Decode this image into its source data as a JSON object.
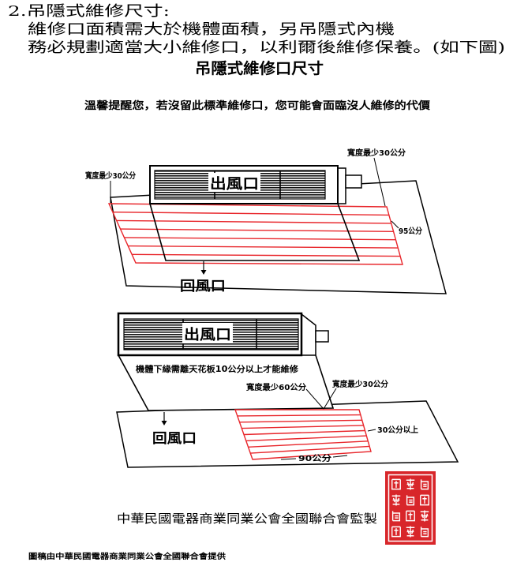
{
  "document": {
    "section_heading": "2.吊隱式維修尺寸:",
    "paragraph_lines": [
      "維修口面積需大於機體面積，另吊隱式內機",
      "務必規劃適當大小維修口，以利爾後維修保養。(如下圖)"
    ],
    "figure_title": "吊隱式維修口尺寸",
    "reminder": "溫馨提醒您，若沒留此標準維修口，您可能會面臨沒人維修的代價"
  },
  "diagram_upper": {
    "outlet_label": "出風口",
    "return_label": "回風口",
    "left_width_label": "寬度最少30公分",
    "top_width_label": "寬度最少30公分",
    "length_label": "95公分"
  },
  "diagram_lower": {
    "outlet_label": "出風口",
    "clearance_note": "機體下緣需離天花板10公分以上才能維修",
    "front_width_label": "寬度最少60公分",
    "side_width_label": "寬度最少30公分",
    "depth_label": "30公分以上",
    "length_label": "90公分",
    "return_label": "回風口"
  },
  "footer": {
    "supervision": "中華民國電器商業同業公會全國聯合會監製",
    "credit": "圖稿由中華民國電器商業同業公會全國聯合會提供"
  },
  "icons": {
    "airflow_arrow": "down-arrow-icon",
    "seal": "official-seal-stamp"
  },
  "colors": {
    "ink": "#000000",
    "opening_stripe": "#e8262b",
    "seal": "#d8262a"
  }
}
